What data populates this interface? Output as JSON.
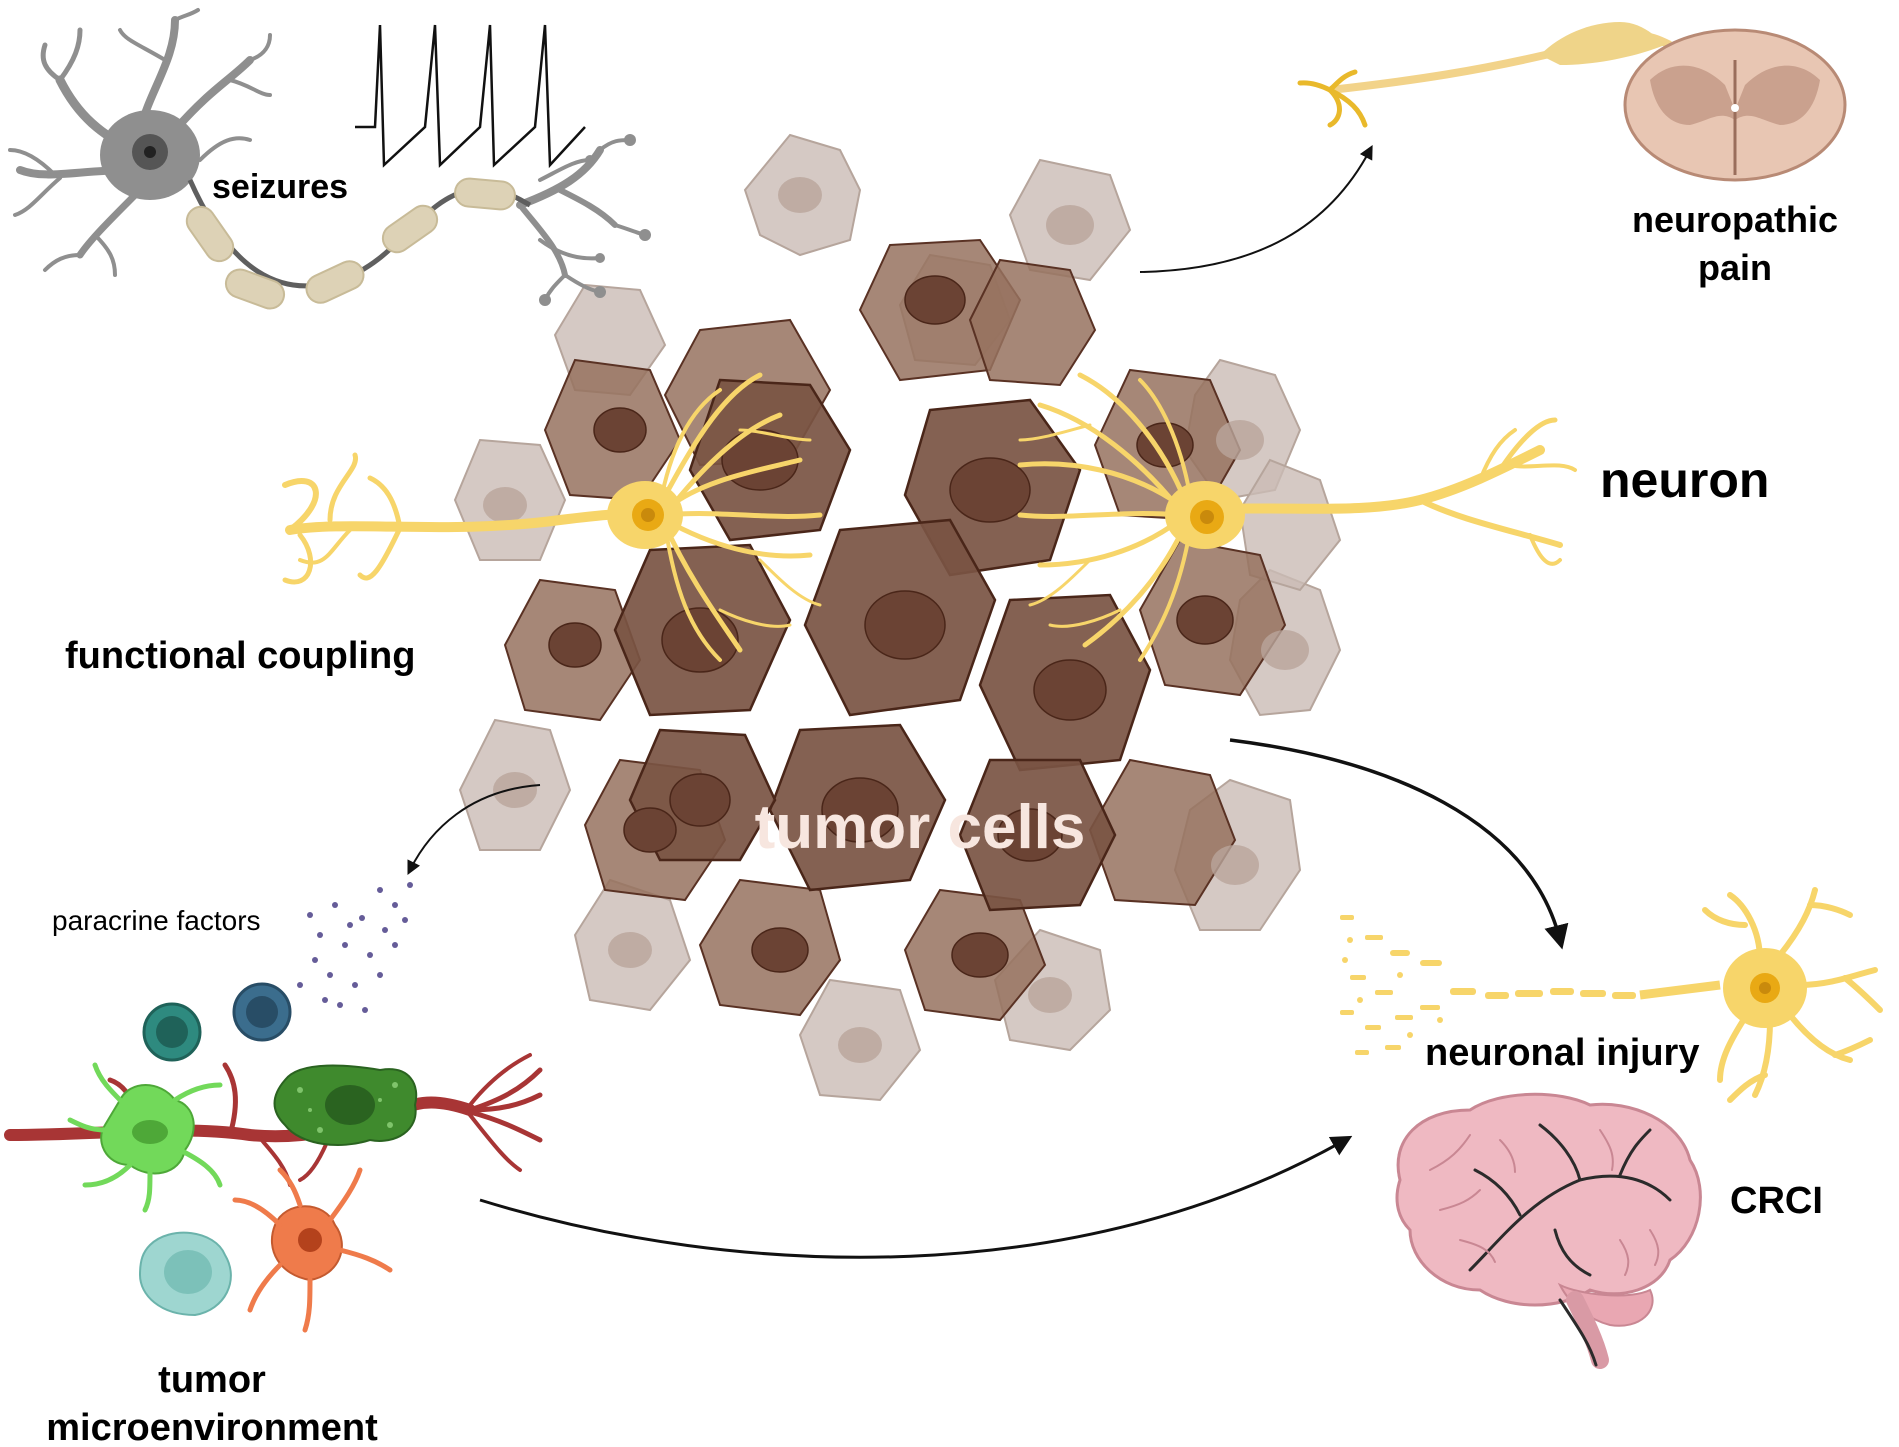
{
  "labels": {
    "seizures": "seizures",
    "neuropathic_pain_1": "neuropathic",
    "neuropathic_pain_2": "pain",
    "neuron": "neuron",
    "functional_coupling": "functional coupling",
    "tumor_cells": "tumor cells",
    "paracrine_factors": "paracrine factors",
    "neuronal_injury": "neuronal injury",
    "crci": "CRCI",
    "tumor_microenvironment_1": "tumor",
    "tumor_microenvironment_2": "microenvironment"
  },
  "colors": {
    "tumor_light": "#cbbcb5",
    "tumor_mid": "#96725f",
    "tumor_dark": "#6f4a38",
    "tumor_outline": "#5a3224",
    "nucleus": "#6b4334",
    "neuron_yellow": "#f7d56a",
    "neuron_core": "#e9a914",
    "grey_neuron": "#8f8f8f",
    "myelin": "#ddd2b6",
    "spinal_cord": "#e8c6b3",
    "brain": "#efb9c2",
    "vessel": "#a83535",
    "astro_green": "#72d95a",
    "microglia_dark_green": "#3f8a2d",
    "orange_cell": "#ef7b4b",
    "teal_cell": "#2e8a7f",
    "blue_cell": "#3b6d8d",
    "arrow": "#111111",
    "tumor_label": "#f7e6df"
  }
}
